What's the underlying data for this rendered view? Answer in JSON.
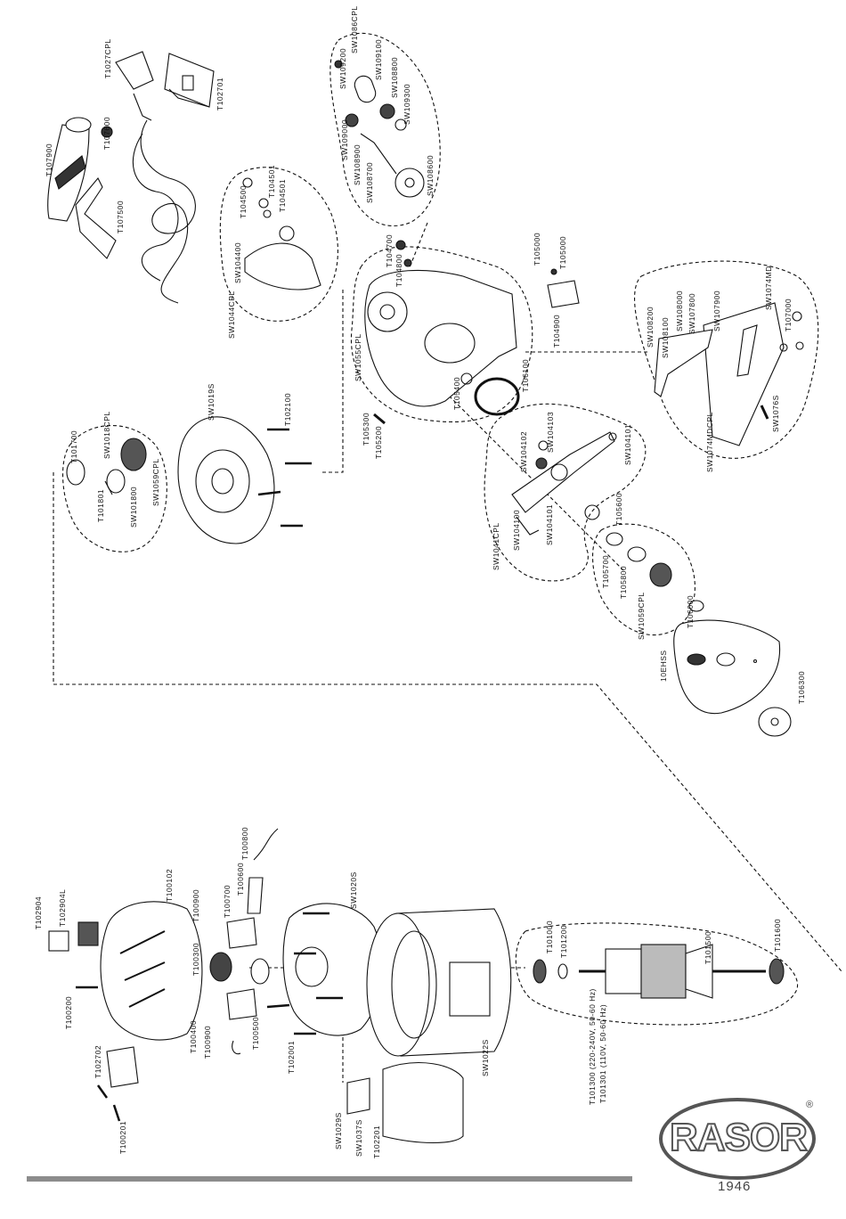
{
  "brand": {
    "name": "RASOR",
    "year": "1946",
    "registered": "®"
  },
  "parts": [
    "T1027CPL",
    "T102701",
    "T107900",
    "T107600",
    "T107500",
    "T104500",
    "T104501",
    "T104501",
    "SW104400",
    "SW1044CPL",
    "SW1086CPL",
    "SW109200",
    "SW109100",
    "SW108800",
    "SW109300",
    "SW109000",
    "SW108900",
    "SW108700",
    "SW108600",
    "T105000",
    "T105000",
    "T104900",
    "T104700",
    "T104800",
    "SW1055CPL",
    "T106100",
    "T105400",
    "T105300",
    "T105200",
    "T101700",
    "SW1018CPL",
    "SW1059CPL",
    "T101801",
    "SW101800",
    "SW1019S",
    "T102100",
    "SW104102",
    "SW104103",
    "SW104101",
    "SW104100",
    "SW104101",
    "SW1041CPL",
    "T105600",
    "SW108200",
    "SW108100",
    "SW108000",
    "SW107800",
    "SW107900",
    "SW1074MD",
    "T107000",
    "SW1074MDCPL",
    "SW1076S",
    "T105700",
    "T105800",
    "SW1059CPL",
    "T106000",
    "10EHSS",
    "T106300",
    "T102904",
    "T102904L",
    "T100200",
    "T100102",
    "T100900",
    "T100300",
    "T100400",
    "T100900",
    "T100700",
    "T100600",
    "T100800",
    "T100500",
    "SW1020S",
    "T102001",
    "T102702",
    "T100201",
    "SW1029S",
    "SW1037S",
    "T102201",
    "SW1022S",
    "T101000",
    "T101200",
    "T101300 (220-240V, 50-60 Hz)",
    "T101301 (110V, 50-60 Hz)",
    "T101500",
    "T101600"
  ]
}
